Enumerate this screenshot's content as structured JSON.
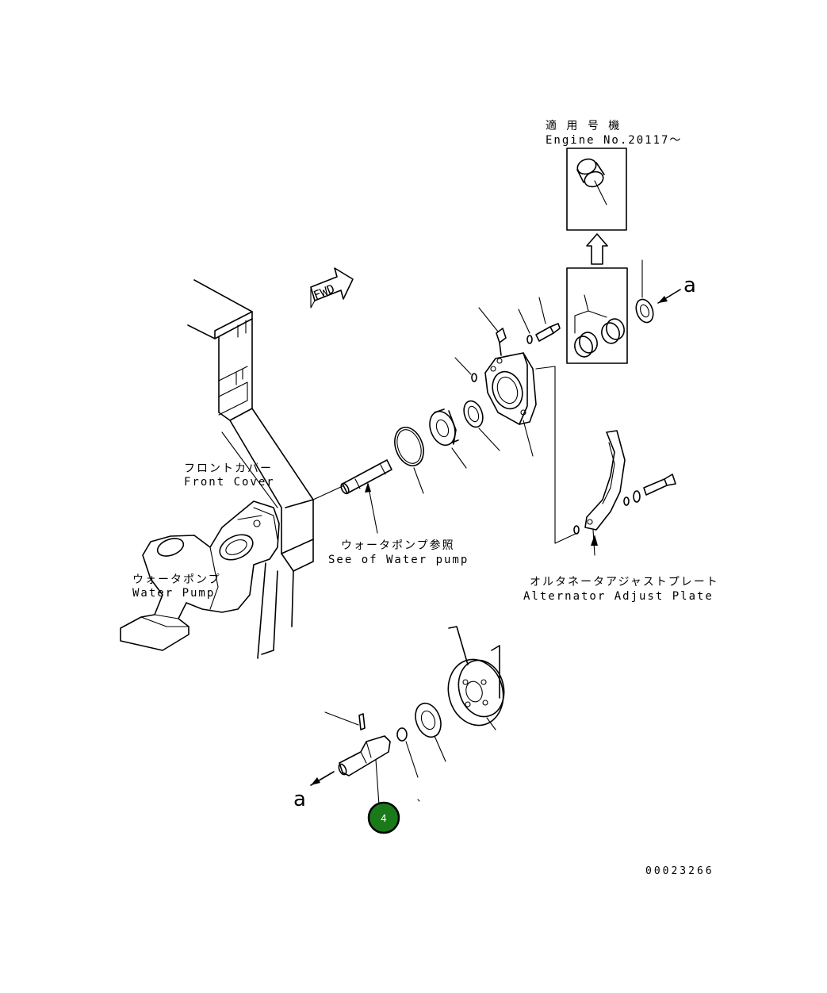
{
  "labels": {
    "applicable_jp": "適 用 号 機",
    "engine_no": "Engine No.20117～",
    "front_cover_jp": "フロントカバー",
    "front_cover_en": "Front Cover",
    "water_pump_ref_jp": "ウォータポンプ参照",
    "water_pump_ref_en": "See of Water pump",
    "water_pump_jp": "ウォータポンプ",
    "water_pump_en": "Water Pump",
    "alt_plate_jp": "オルタネータアジャストプレート",
    "alt_plate_en": "Alternator Adjust Plate",
    "ref_a_top": "a",
    "ref_a_bottom": "a",
    "fwd": "FWD",
    "drawing_no": "00023266"
  },
  "callouts": [
    {
      "number": "4",
      "color": "#1a7a1a"
    }
  ]
}
